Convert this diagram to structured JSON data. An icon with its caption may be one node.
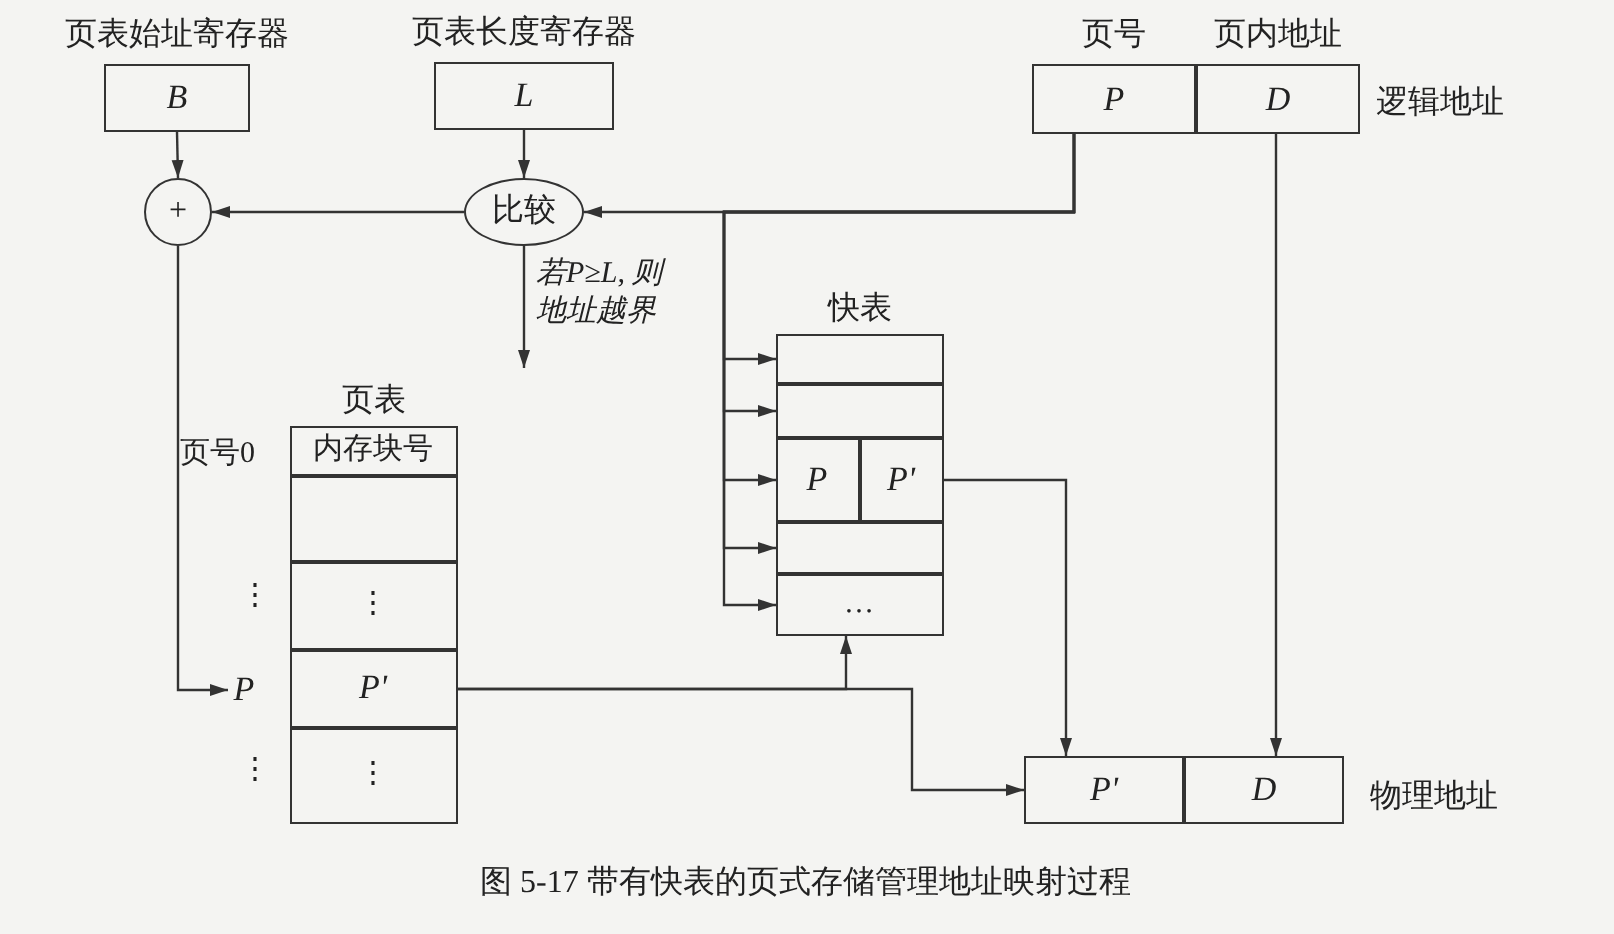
{
  "diagram": {
    "caption": "图 5-17 带有快表的页式存储管理地址映射过程",
    "nodes": [
      {
        "text": [
          "页表始址寄存器",
          "B"
        ]
      },
      {
        "text": [
          "页表长度寄存器",
          "L"
        ]
      },
      {
        "text": [
          "页号",
          "P"
        ]
      },
      {
        "text": [
          "页内地址",
          "D"
        ],
        "beside": [
          "逻辑地址"
        ]
      },
      {
        "text": [
          "+"
        ]
      },
      {
        "text": [
          "比较"
        ]
      },
      {
        "text": [
          "快表"
        ]
      },
      {
        "text": [],
        "shape": "box",
        "in": 6
      },
      {
        "text": [],
        "shape": "box",
        "in": 6
      },
      {
        "text": [
          "P"
        ],
        "in": 6
      },
      {
        "text": [
          "P'"
        ],
        "in": 6
      },
      {
        "text": [],
        "shape": "box",
        "in": 6
      },
      {
        "text": [
          "…"
        ],
        "in": 6
      },
      {
        "text": [
          "页表"
        ]
      },
      {
        "text": [
          "内存块号"
        ],
        "in": 13
      },
      {
        "text": [],
        "shape": "box",
        "in": 13
      },
      {
        "text": [
          "⋮"
        ],
        "in": 13
      },
      {
        "text": [
          "P'"
        ],
        "in": 13
      },
      {
        "text": [
          "⋮"
        ],
        "in": 13
      },
      {
        "text": [
          "P"
        ]
      },
      {
        "text": [
          "P'"
        ]
      },
      {
        "text": [
          "D"
        ],
        "beside": [
          "物理地址"
        ]
      }
    ],
    "edges": [
      {
        "from": 0,
        "to": 4,
        "arrow": "to"
      },
      {
        "from": 1,
        "to": 5,
        "arrow": "to"
      },
      {
        "from": 2,
        "to": 5,
        "arrow": "to"
      },
      {
        "from": 2,
        "to": 7,
        "arrow": "to"
      },
      {
        "from": 2,
        "to": 8,
        "arrow": "to"
      },
      {
        "from": 2,
        "to": 9,
        "arrow": "to"
      },
      {
        "from": 2,
        "to": 11,
        "arrow": "to"
      },
      {
        "from": 2,
        "to": 12,
        "arrow": "to"
      },
      {
        "from": 5,
        "to": 4,
        "arrow": "to"
      },
      {
        "from": 5,
        "to": null,
        "arrow": "to",
        "label": "若P≥L, 则地址越界"
      },
      {
        "from": 4,
        "to": 19,
        "arrow": "to"
      },
      {
        "from": 17,
        "to": 20,
        "arrow": "to"
      },
      {
        "from": 17,
        "to": 12,
        "arrow": "to"
      },
      {
        "from": 10,
        "to": 20,
        "arrow": "to"
      },
      {
        "from": 3,
        "to": 21,
        "arrow": "to"
      }
    ],
    "labels": [
      "页号0",
      "⋮",
      "⋮"
    ]
  }
}
